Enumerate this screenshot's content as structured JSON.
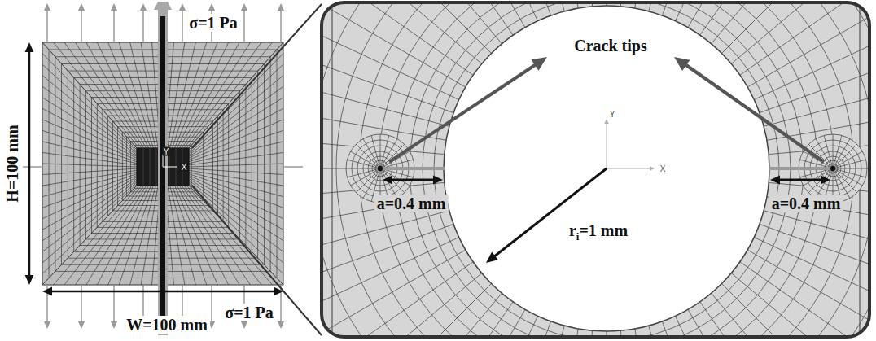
{
  "diagram": {
    "labels": [
      "σ=1 Pa",
      "H=100 mm",
      "W=100 mm",
      "σ=1 Pa",
      "Y",
      "X",
      "Crack tips",
      "Y",
      "X",
      "a=0.4 mm",
      "a=0.4 mm",
      "r",
      "i",
      "=1 mm"
    ]
  }
}
